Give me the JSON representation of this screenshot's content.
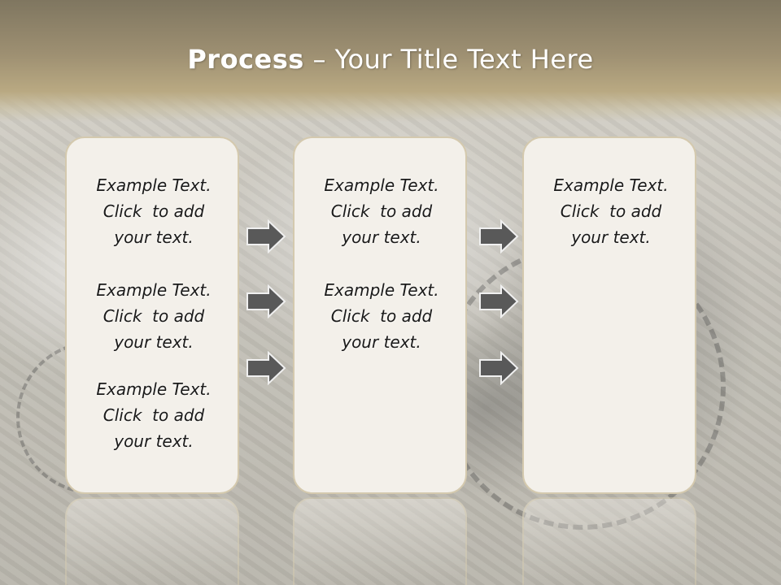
{
  "title": {
    "bold": "Process",
    "rest": " – Your Title Text Here"
  },
  "columns": [
    {
      "blocks": [
        {
          "line1": "Example Text.",
          "line2": "Click  to add",
          "line3": "your text."
        },
        {
          "line1": "Example Text.",
          "line2": "Click  to add",
          "line3": "your text."
        },
        {
          "line1": "Example Text.",
          "line2": "Click  to add",
          "line3": "your text."
        }
      ]
    },
    {
      "blocks": [
        {
          "line1": "Example Text.",
          "line2": "Click  to add",
          "line3": "your text."
        },
        {
          "line1": "Example Text.",
          "line2": "Click  to add",
          "line3": "your text."
        }
      ]
    },
    {
      "blocks": [
        {
          "line1": "Example Text.",
          "line2": "Click  to add",
          "line3": "your text."
        }
      ]
    }
  ],
  "colors": {
    "header": "#9e9072",
    "card_fill": "#f3f0ea",
    "card_border": "#d4c9ae",
    "arrow_fill": "#595959",
    "arrow_stroke": "#f0f0f0"
  },
  "icons": {
    "arrow": "right-arrow-icon"
  }
}
